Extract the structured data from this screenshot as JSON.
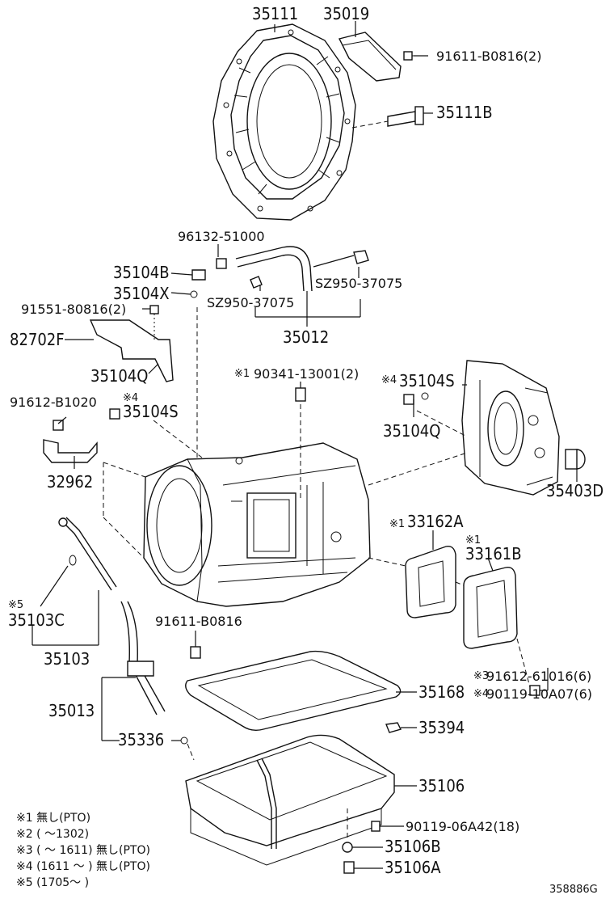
{
  "labels": {
    "p35111": "35111",
    "p35019": "35019",
    "p91611_b0816_2": "91611-B0816(2)",
    "p35111b": "35111B",
    "p96132_51000": "96132-51000",
    "p35104b": "35104B",
    "p35104x": "35104X",
    "p91551_80816_2": "91551-80816(2)",
    "p82702f": "82702F",
    "p35104q_left": "35104Q",
    "p35104s_left": "35104S",
    "p91612_b1020": "91612-B1020",
    "p32962": "32962",
    "p35103c": "35103C",
    "p35103": "35103",
    "p35013": "35013",
    "p35336": "35336",
    "p91611_b0816": "91611-B0816",
    "p35168": "35168",
    "p35394": "35394",
    "p35106": "35106",
    "p90119_06a42_18": "90119-06A42(18)",
    "p35106b": "35106B",
    "p35106a": "35106A",
    "p33162a": "33162A",
    "p33161b": "33161B",
    "p91612_61016_6": "91612-61016(6)",
    "p90119_10a07_6": "90119-10A07(6)",
    "p35403d": "35403D",
    "p35104s_right": "35104S",
    "p35104q_right": "35104Q",
    "p90341_13001_2": "90341-13001(2)",
    "p35012": "35012",
    "psz950_37075_a": "SZ950-37075",
    "psz950_37075_b": "SZ950-37075"
  },
  "marks": {
    "m1": "※1",
    "m3": "※3",
    "m4": "※4",
    "m5": "※5"
  },
  "notes": [
    "※1 無し(PTO)",
    "※2 (      ～1302)",
    "※3 (      ～ 1611) 無し(PTO)",
    "※4 (1611 ～      ) 無し(PTO)",
    "※5 (1705～      )"
  ],
  "diagram_code": "358886G"
}
